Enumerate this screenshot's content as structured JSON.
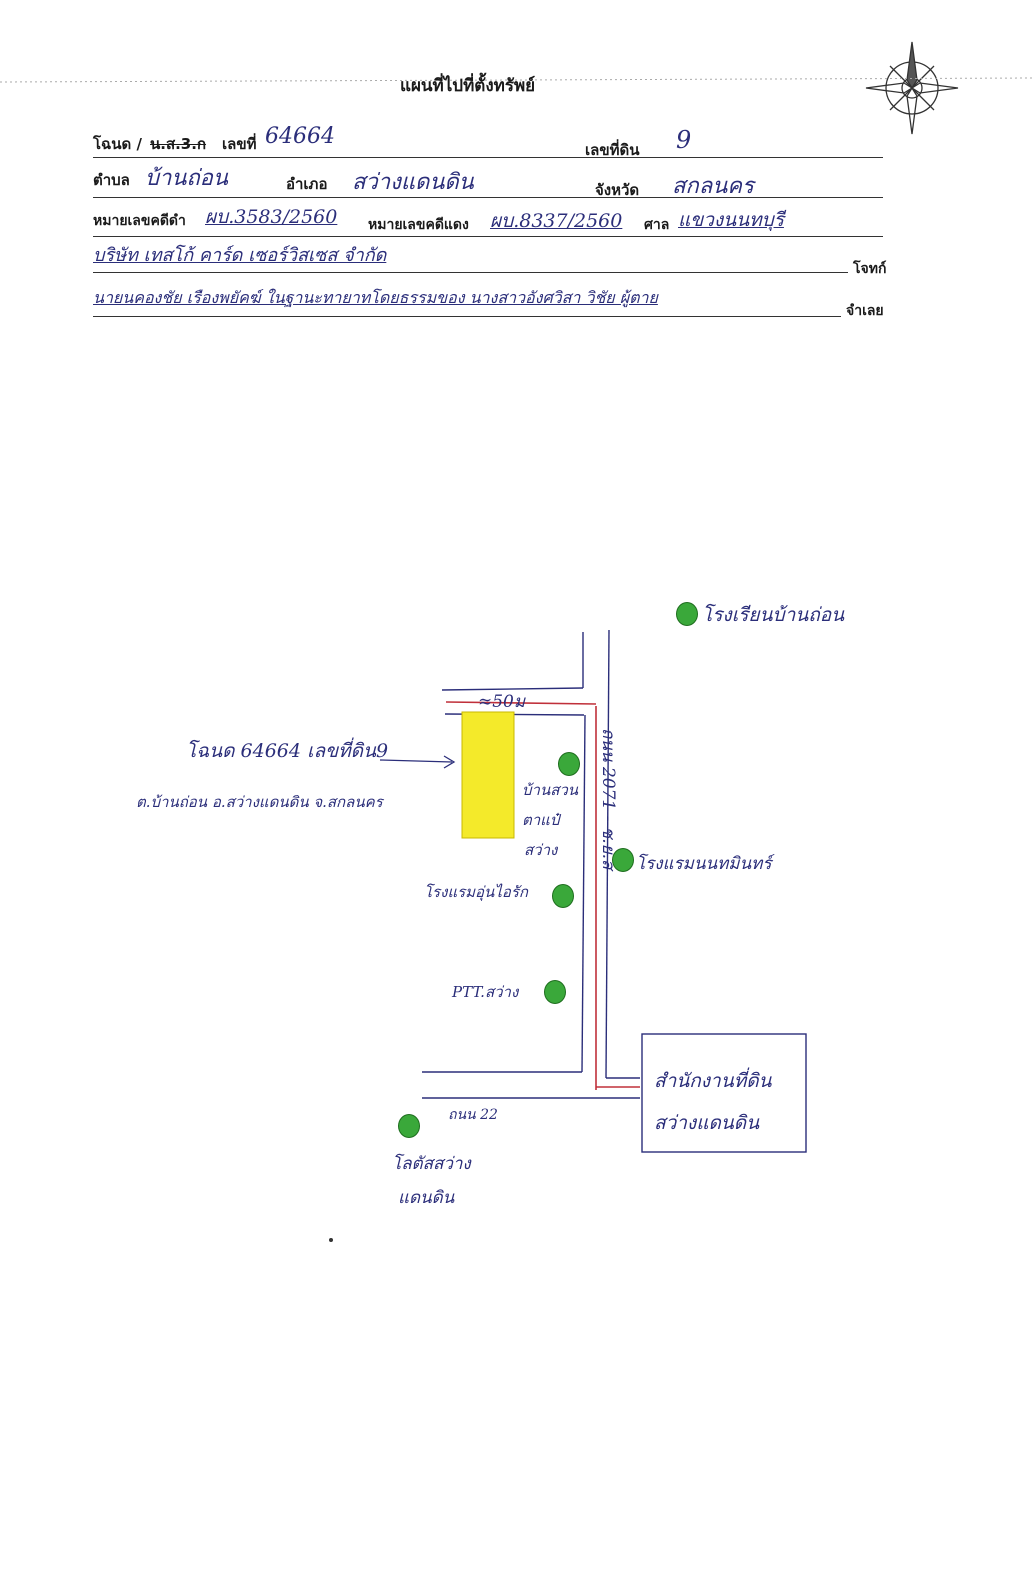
{
  "header": {
    "title": "แผนที่ไปที่ตั้งทรัพย์"
  },
  "form": {
    "deed_label": "โฉนด /",
    "deed_struck": "น.ส.3.ก",
    "deed_no_label": "เลขที่",
    "deed_no": "64664",
    "land_no_label": "เลขที่ดิน",
    "land_no": "9",
    "subdistrict_label": "ตำบล",
    "subdistrict": "บ้านถ่อน",
    "district_label": "อำเภอ",
    "district": "สว่างแดนดิน",
    "province_label": "จังหวัด",
    "province": "สกลนคร",
    "black_case_label": "หมายเลขคดีดำ",
    "black_case": "ผบ.3583/2560",
    "red_case_label": "หมายเลขคดีแดง",
    "red_case": "ผบ.8337/2560",
    "court_label": "ศาล",
    "court": "แขวงนนทบุรี",
    "plaintiff": "บริษัท เทสโก้ คาร์ด เซอร์วิสเซส จำกัด",
    "plaintiff_label": "โจทก์",
    "defendant": "นายนคองชัย เรืองพยัคฆ์ ในฐานะทายาทโดยธรรมของ นางสาวอังศวิสา วิชัย ผู้ตาย",
    "defendant_label": "จำเลย"
  },
  "map": {
    "distance_label": "≈50ม",
    "plot_label": "โฉนด 64664 เลขที่ดิน9",
    "plot_location": "ต.บ้านถ่อน อ.สว่างแดนดิน จ.สกลนคร",
    "road_2071": "ถนน 2071 - ช.ย.ส",
    "road_22": "ถนน 22",
    "landmarks": {
      "school": "โรงเรียนบ้านถ่อน",
      "house": "บ้านสวน",
      "house2": "ตาแป๋",
      "house3": "สว่าง",
      "hotel_nonthamin": "โรงแรมนนทมินทร์",
      "hotel_ruen": "โรงแรมอุ่นไอรัก",
      "ptt": "PTT.สว่าง",
      "land_office_1": "สำนักงานที่ดิน",
      "land_office_2": "สว่างแดนดิน",
      "lotus_1": "โลตัสสว่าง",
      "lotus_2": "แดนดิน"
    }
  },
  "colors": {
    "ink_blue": "#2b2e7a",
    "road_red": "#c0303a",
    "plot_yellow": "#f4ea2a",
    "marker_green": "#3aa83a"
  }
}
